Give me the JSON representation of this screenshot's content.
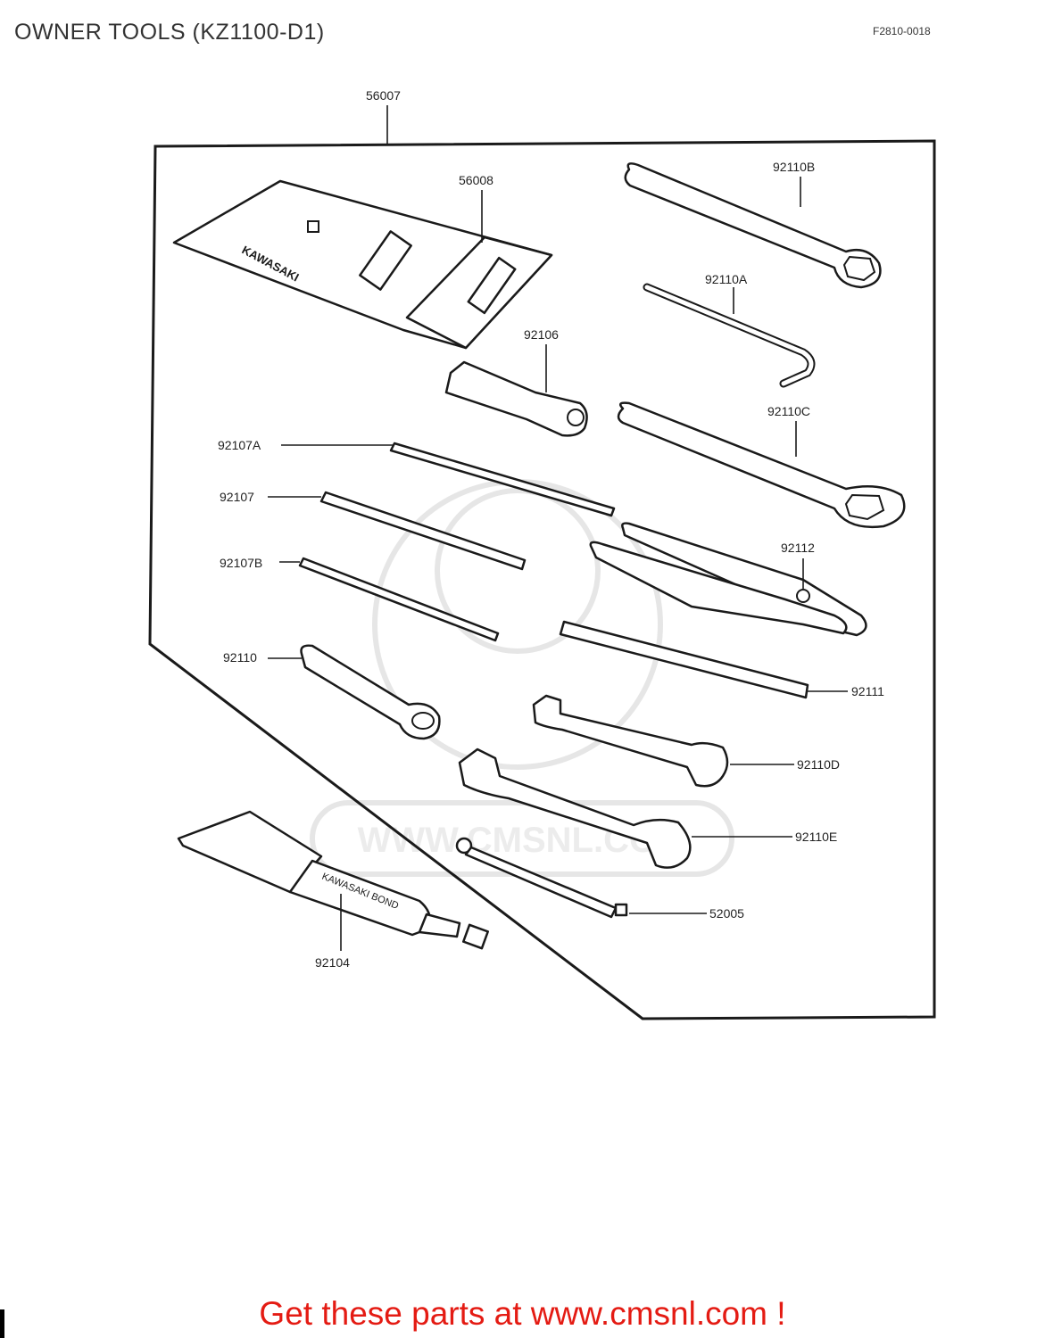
{
  "header": {
    "title": "OWNER TOOLS (KZ1100-D1)",
    "diagram_code": "F2810-0018"
  },
  "parts": {
    "p56007": "56007",
    "p56008": "56008",
    "p92110B": "92110B",
    "p92110A": "92110A",
    "p92106": "92106",
    "p92110C": "92110C",
    "p92107A": "92107A",
    "p92107": "92107",
    "p92112": "92112",
    "p92107B": "92107B",
    "p92110": "92110",
    "p92111": "92111",
    "p92110D": "92110D",
    "p92110E": "92110E",
    "p52005": "52005",
    "p92104": "92104"
  },
  "pouch_brand": "KAWASAKI",
  "bond_tube_text": "KAWASAKI BOND",
  "watermark": "WWW.CMSNL.COM",
  "footer": {
    "link_text": "Get these parts at www.cmsnl.com !"
  },
  "colors": {
    "footer_red": "#e41b13",
    "watermark_gray": "#e6e6e6"
  }
}
